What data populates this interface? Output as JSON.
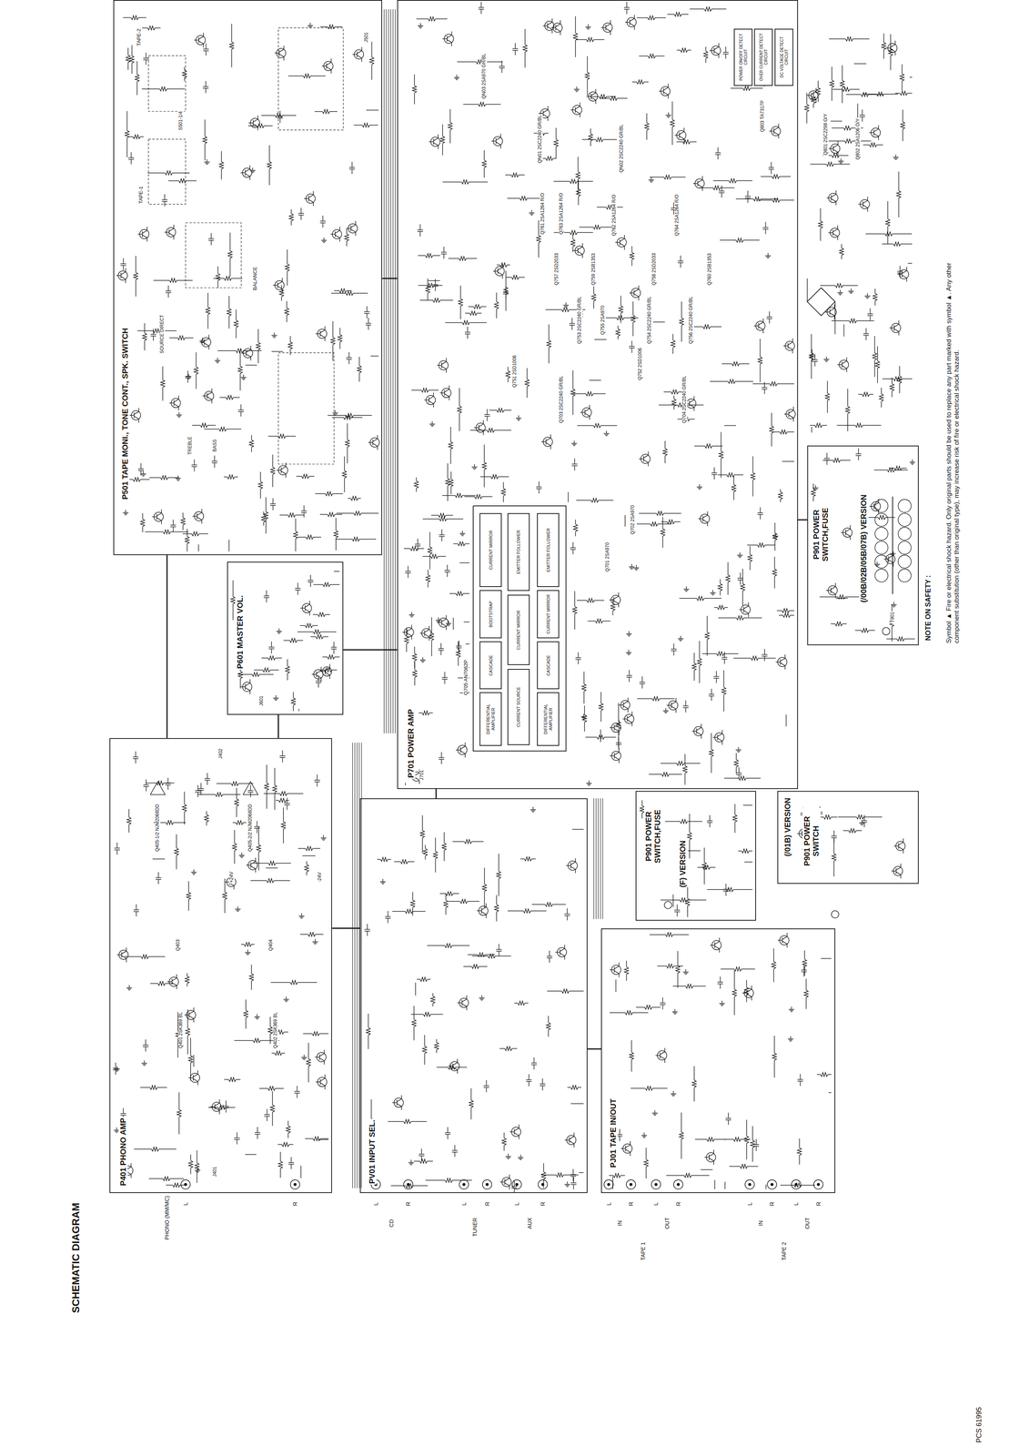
{
  "diagram": {
    "title": "SCHEMATIC DIAGRAM",
    "nodes": [
      {
        "text": [
          "P401 PHONO AMP"
        ]
      },
      {
        "text": [
          "PV01 INPUT SEL."
        ]
      },
      {
        "text": [
          "PJ01 TAPE IN/OUT"
        ]
      },
      {
        "text": [
          "P501 TAPE MONI., TONE CONT., SPK. SWITCH"
        ]
      },
      {
        "text": [
          "P601 MASTER VOL."
        ]
      },
      {
        "text": [
          "P701 POWER AMP"
        ]
      },
      {
        "text": [
          "DIFFERENTIAL AMPLIFIER"
        ],
        "in": 5
      },
      {
        "text": [
          "CASCADE"
        ],
        "in": 5
      },
      {
        "text": [
          "BOOTSTRAP"
        ],
        "in": 5
      },
      {
        "text": [
          "CURRENT MIRROR"
        ],
        "in": 5
      },
      {
        "text": [
          "CURRENT SOURCE"
        ],
        "in": 5
      },
      {
        "text": [
          "CURRENT MIRROR"
        ],
        "in": 5
      },
      {
        "text": [
          "EMITTER FOLLOWER"
        ],
        "in": 5
      },
      {
        "text": [
          "DIFFERENTIAL AMPLIFIER"
        ],
        "in": 5
      },
      {
        "text": [
          "CASCADE"
        ],
        "in": 5
      },
      {
        "text": [
          "CURRENT MIRROR"
        ],
        "in": 5
      },
      {
        "text": [
          "EMITTER FOLLOWER"
        ],
        "in": 5
      },
      {
        "text": [
          "POWER ON/OFF DETECT CIRCUIT"
        ],
        "in": 5
      },
      {
        "text": [
          "OVER CURRENT DETECT CIRCUIT"
        ],
        "in": 5
      },
      {
        "text": [
          "DC VOLTAGE DETECT CIRCUIT"
        ],
        "in": 5
      },
      {
        "text": [
          "P901 POWER SWITCH,FUSE",
          "(F) VERSION"
        ]
      },
      {
        "text": [
          "P901 POWER SWITCH",
          "(/01B) VERSION"
        ]
      },
      {
        "text": [
          "P901 POWER SWITCH,FUSE",
          "(/00B/02B/05B/07B) VERSION"
        ]
      }
    ],
    "edges": [
      {
        "from": 0,
        "to": 3,
        "arrow": "none"
      },
      {
        "from": 0,
        "to": 4,
        "arrow": "none"
      },
      {
        "from": 4,
        "to": 5,
        "arrow": "none"
      },
      {
        "from": 3,
        "to": 5,
        "arrow": "none"
      },
      {
        "from": 1,
        "to": 5,
        "arrow": "none"
      },
      {
        "from": 2,
        "to": 1,
        "arrow": "none"
      },
      {
        "from": 0,
        "to": 1,
        "arrow": "none"
      },
      {
        "from": 22,
        "to": 5,
        "arrow": "none"
      }
    ],
    "labels": [
      "PCS 61995",
      "NOTE ON SAFETY :",
      "Symbol ▲ Fire or electrical shock hazard. Only original parts should be used to replace any part marked with symbol ▲. Any other component substitution (other than original type), may increase risk of fire or electrical shock hazard.",
      "PHONO (MM/MC)",
      "L",
      "R",
      "L",
      "CD",
      "R",
      "L",
      "TUNER",
      "R",
      "L",
      "AUX",
      "R",
      "L",
      "IN",
      "R",
      "L",
      "OUT",
      "R",
      "TAPE 1",
      "L",
      "IN",
      "R",
      "L",
      "OUT",
      "R",
      "TAPE 2",
      "Q405-1/2 NJM2068DD",
      "Q403",
      "Q401 2SK369 BL",
      "Q405-2/2 NJM2068DD",
      "Q404",
      "Q402 2SK369 BL",
      "+24V",
      "-24V",
      "J401",
      "J402",
      "TAPE-2",
      "TAPE-1",
      "BALANCE",
      "SOURCE DIRECT",
      "BASS",
      "TREBLE",
      "S501-1/4",
      "J501",
      "J601",
      "Q705 AN7062P",
      "Q701 2SA970",
      "Q702 2SA970",
      "Q703 2SC2240 GR/BL",
      "Q704 2SC2240 GR/BL",
      "Q751 2SD1006",
      "Q752 2SD1006",
      "Q753 2SC2240 GR/BL",
      "Q755 2SA970",
      "Q754 2SC2240 GR/BL",
      "Q756 2SC2240 GR/BL",
      "Q757 2SD2033",
      "Q759 2SB1353",
      "Q758 2SD2033",
      "Q760 2SB1353",
      "Q761 2SA1264 R/O",
      "Q763 2SA1264 R/O",
      "Q762 2SA1264 R/O",
      "Q764 2SA1264 R/O",
      "QN01 2SC2240 GR/BL",
      "QN02 2SC2240 GR/BL",
      "QN03 2SA970 GR/BL",
      "Q803 TA7317P",
      "Q801 2SC2298 O/Y",
      "Q802 2SA1206 O/Y",
      "J701",
      "T901"
    ]
  }
}
